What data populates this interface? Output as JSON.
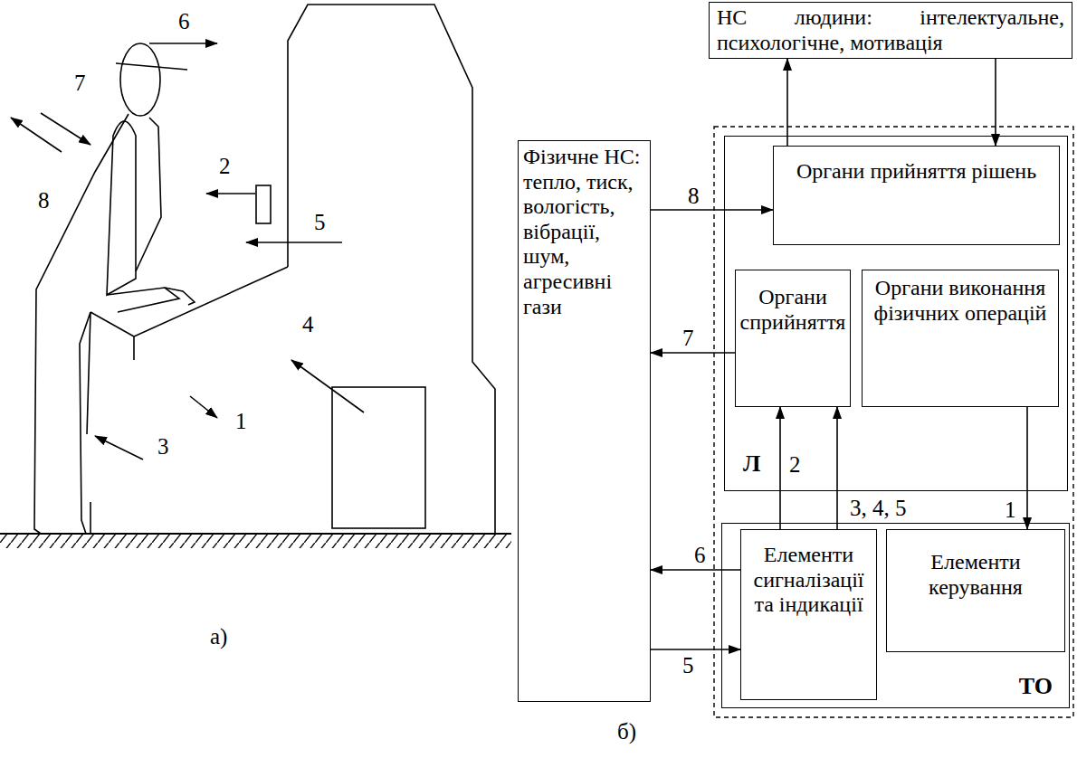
{
  "diagram": {
    "nodes": [
      {
        "text": [
          "НС людини: інтелектуальне, психологічне, мотивація"
        ]
      },
      {
        "text": [
          "Фізичне НС: тепло, тиск, вологість, вібрації, шум, агресивні гази"
        ]
      },
      {
        "text": [
          "Л"
        ]
      },
      {
        "text": [
          "Органи прийняття рішень"
        ],
        "in": 2
      },
      {
        "text": [
          "Органи сприйняття"
        ],
        "in": 2
      },
      {
        "text": [
          "Органи виконання фізичних операцій"
        ],
        "in": 2
      },
      {
        "text": [
          "ТО"
        ]
      },
      {
        "text": [
          "Елементи сигналізації та індикації"
        ],
        "in": 6
      },
      {
        "text": [
          "Елементи керування"
        ],
        "in": 6
      }
    ],
    "edges": [
      {
        "from": 3,
        "to": 0,
        "arrow": "to"
      },
      {
        "from": 0,
        "to": 3,
        "arrow": "to"
      },
      {
        "from": 1,
        "to": 3,
        "label": "8",
        "arrow": "to"
      },
      {
        "from": 4,
        "to": 1,
        "label": "7",
        "arrow": "to"
      },
      {
        "from": 7,
        "to": 1,
        "label": "6",
        "arrow": "to"
      },
      {
        "from": 1,
        "to": 7,
        "label": "5",
        "arrow": "to"
      },
      {
        "from": 7,
        "to": 4,
        "label": "2",
        "arrow": "to"
      },
      {
        "from": 7,
        "to": 4,
        "label": "3, 4, 5",
        "arrow": "to"
      },
      {
        "from": 5,
        "to": 8,
        "label": "1",
        "arrow": "to"
      }
    ],
    "labels": [
      "6",
      "7",
      "2",
      "5",
      "8",
      "1",
      "4",
      "3",
      "а)",
      "б)"
    ]
  }
}
